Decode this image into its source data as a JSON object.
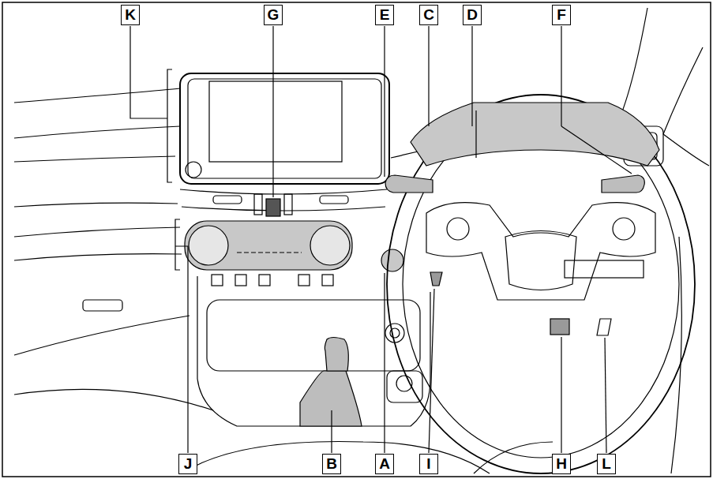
{
  "diagram": {
    "labels": [
      "K",
      "G",
      "E",
      "C",
      "D",
      "F",
      "J",
      "B",
      "A",
      "I",
      "H",
      "L"
    ]
  }
}
